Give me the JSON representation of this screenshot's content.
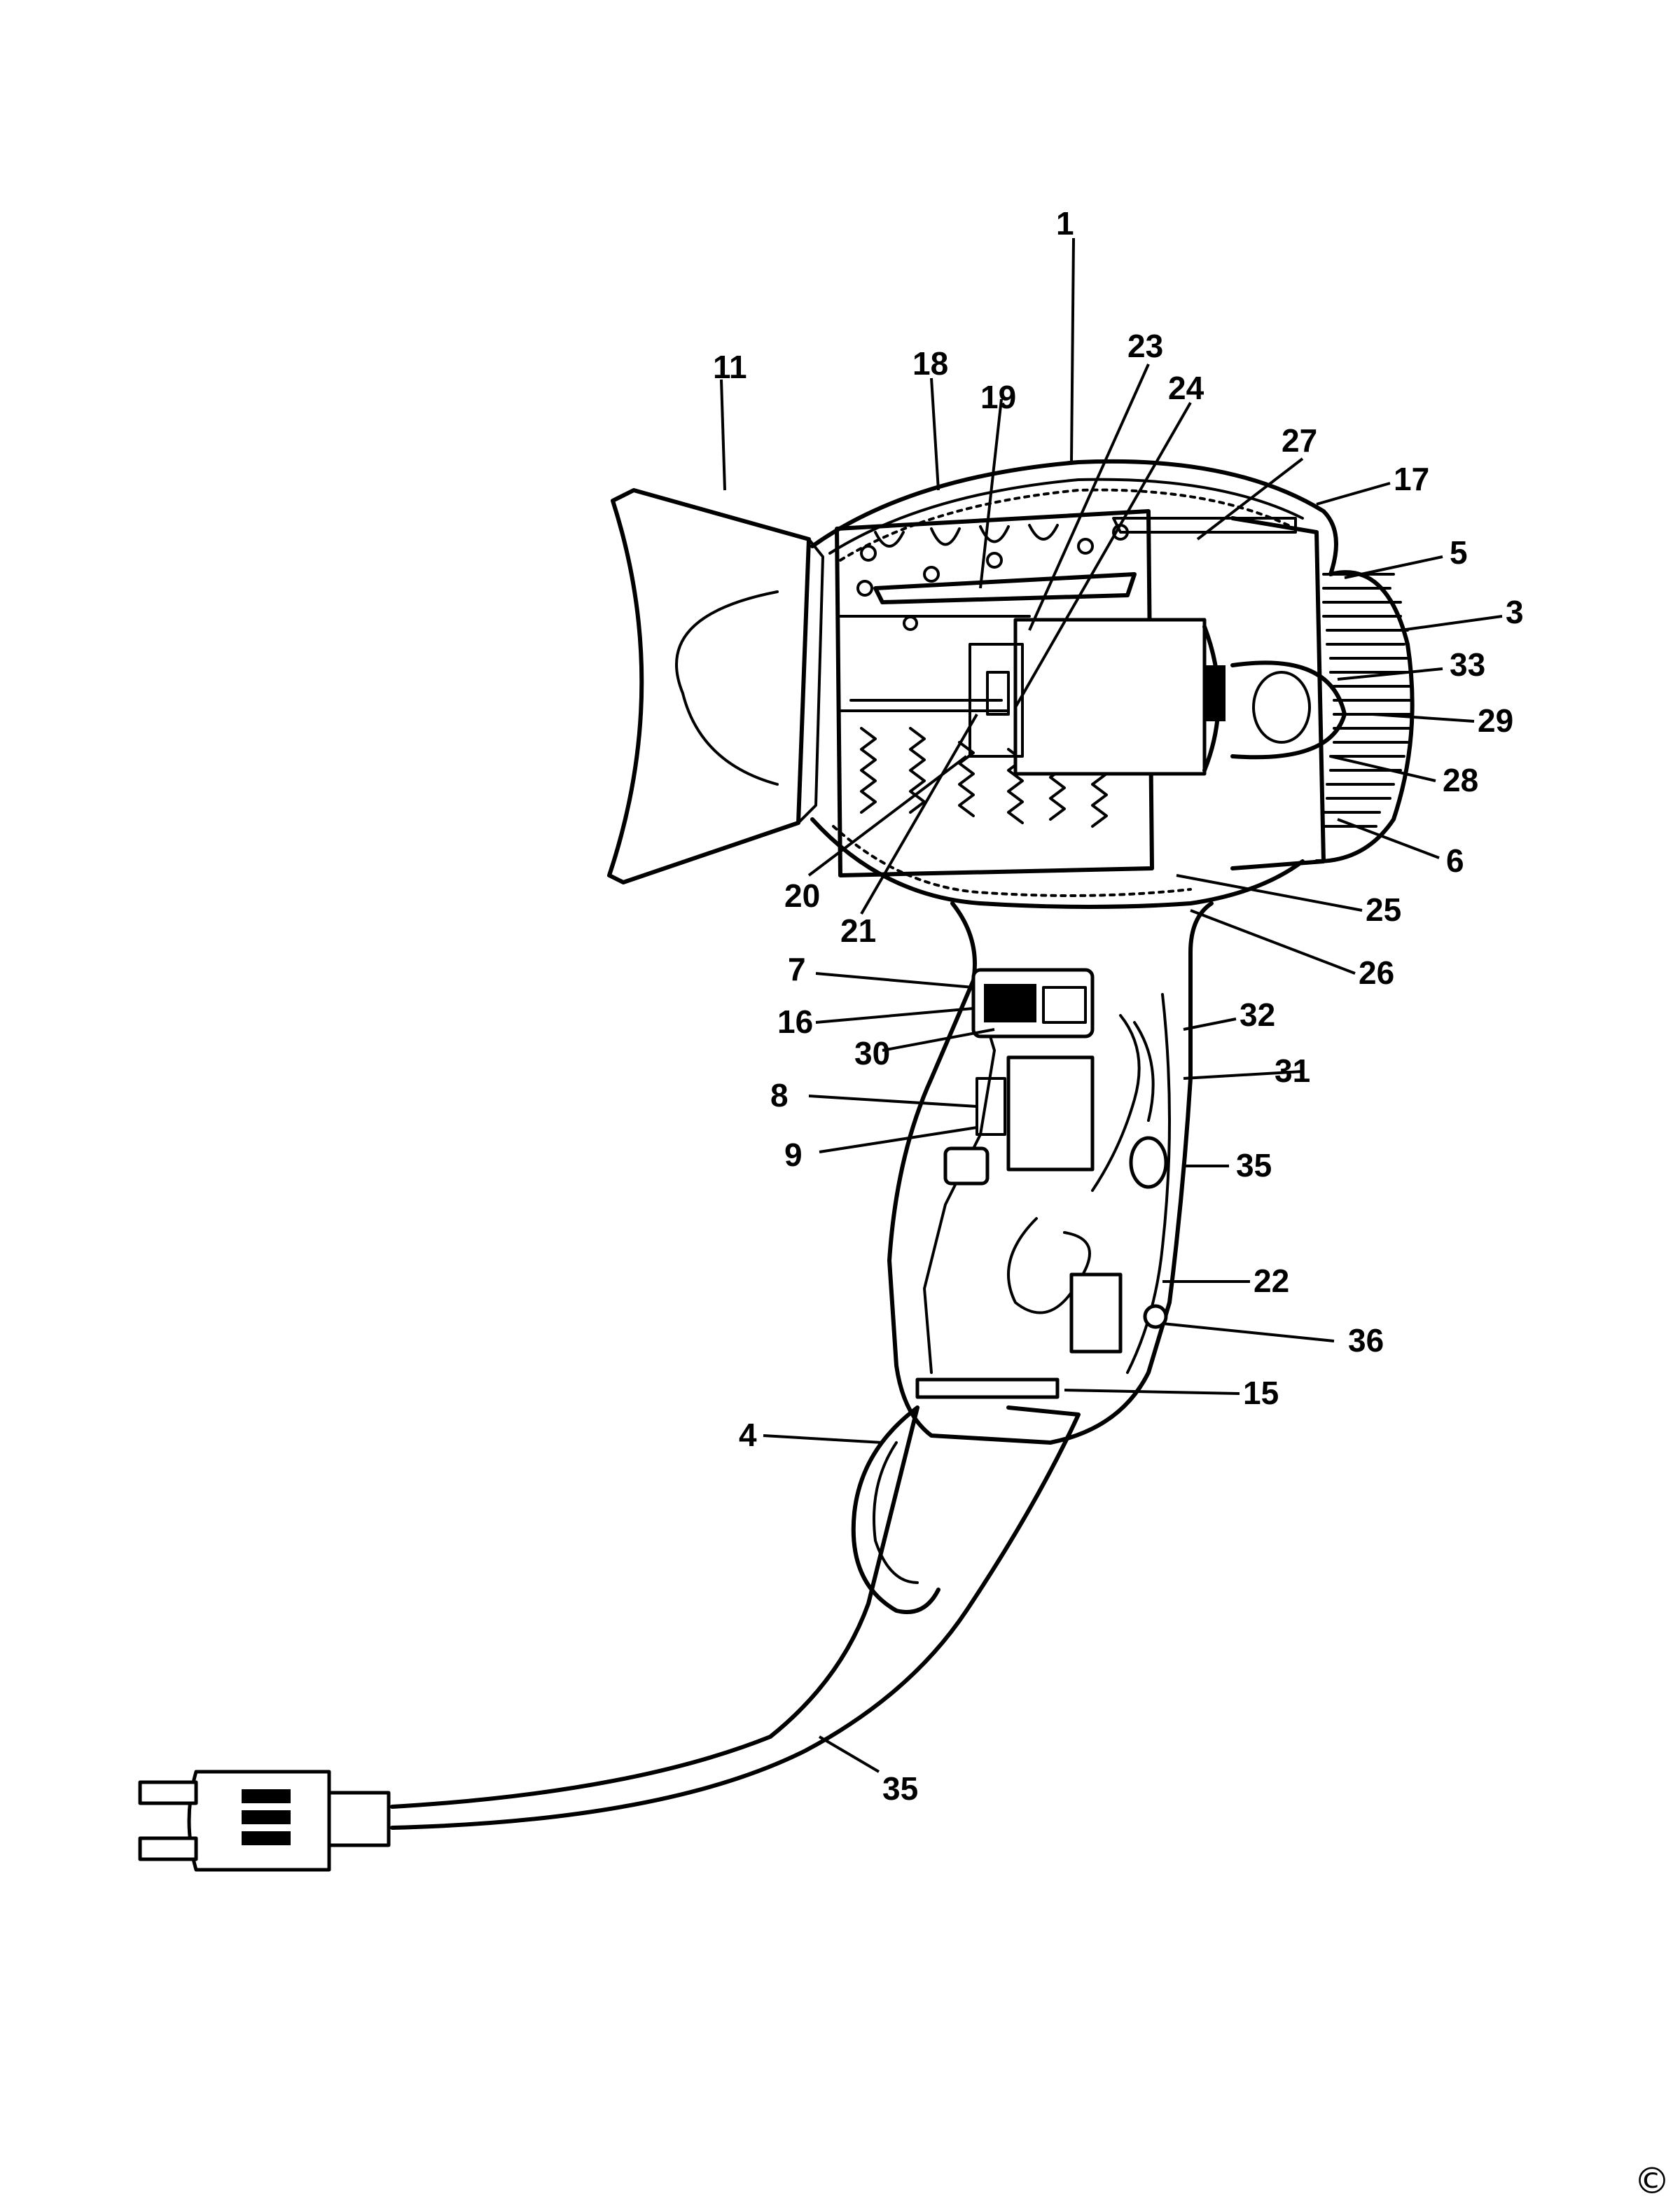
{
  "diagram": {
    "callouts": {
      "c1": "1",
      "c3": "3",
      "c4": "4",
      "c5": "5",
      "c6": "6",
      "c7": "7",
      "c8": "8",
      "c9": "9",
      "c11": "11",
      "c15": "15",
      "c16": "16",
      "c17": "17",
      "c18": "18",
      "c19": "19",
      "c20": "20",
      "c21": "21",
      "c22": "22",
      "c23": "23",
      "c24": "24",
      "c25": "25",
      "c26": "26",
      "c27": "27",
      "c28": "28",
      "c29": "29",
      "c30": "30",
      "c31": "31",
      "c32": "32",
      "c33": "33",
      "c35a": "35",
      "c35b": "35",
      "c36": "36"
    }
  },
  "footer": {
    "copyright_symbol": "©"
  }
}
